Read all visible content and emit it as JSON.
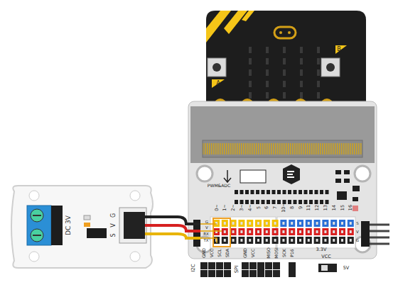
{
  "diagram": {
    "labels": [
      "A",
      "B",
      "DC 3V",
      "G",
      "V",
      "S",
      "0~",
      "1~",
      "2~",
      "3~",
      "4~",
      "5",
      "6",
      "7",
      "10~",
      "8",
      "9",
      "11",
      "12",
      "13",
      "14",
      "15",
      "16",
      "PWM&ADC",
      "GND",
      "VCC",
      "SCL",
      "SDA",
      "I2C",
      "GND",
      "VCC",
      "MISO",
      "MOSI",
      "SCK",
      "P16",
      "SPI",
      "3.3V",
      "VCC",
      "5V",
      "G",
      "V",
      "RX",
      "TX",
      "S",
      "V",
      "G"
    ]
  }
}
